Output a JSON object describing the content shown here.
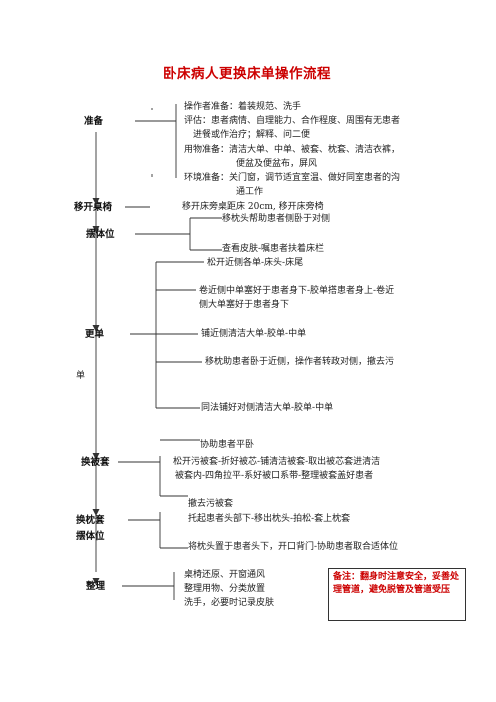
{
  "title": "卧床病人更换床单操作流程",
  "steps": {
    "prepare": "准备",
    "move_table": "移开桌椅",
    "position": "摆体位",
    "change_sheet_a": "更单",
    "change_sheet_b": "单",
    "change_cover": "换被套",
    "change_pillow": "换枕套",
    "position2": "摆体位",
    "tidy": "整理"
  },
  "prepare_items": [
    "操作者准备：着装规范、洗手",
    "评估：患者病情、自理能力、合作程度、周围有无患者",
    "进餐或作治疗；解释、问二便",
    "用物准备：清洁大单、中单、被套、枕套、清洁衣裤，",
    "便盆及便盆布，屏风",
    "环境准备：关门窗，调节适宜室温、做好同室患者的沟",
    "通工作"
  ],
  "move_table_text": "移开床旁桌距床 20cm, 移开床旁椅",
  "position_items": [
    "移枕头帮助患者侧卧于对侧",
    "查看皮肤-嘱患者扶着床栏"
  ],
  "sheet_items": [
    "松开近侧各单-床头-床尾",
    "卷近侧中单塞好于患者身下-胶单搭患者身上-卷近",
    "侧大单塞好于患者身下",
    "铺近侧清洁大单-胶单-中单",
    "移枕助患者卧于近侧，操作者转政对侧，撤去污",
    "同法铺好对侧清洁大单-胶单-中单"
  ],
  "cover_items": [
    "协助患者平卧",
    "松开污被套-折好被芯-铺清洁被套-取出被芯套进清洁",
    "被套内-四角拉平-系好被口系带-整理被套盖好患者",
    "撤去污被套"
  ],
  "pillow_items": [
    "托起患者头部下-移出枕头-拍松-套上枕套",
    "将枕头置于患者头下，开口背门-协助患者取合适体位"
  ],
  "tidy_items": [
    "桌椅还原、开窗通风",
    "整理用物、分类放置",
    "洗手，必要时记录皮肤"
  ],
  "note": "备注：翻身时注意安全，妥善处理管道，避免脱管及管道受压"
}
